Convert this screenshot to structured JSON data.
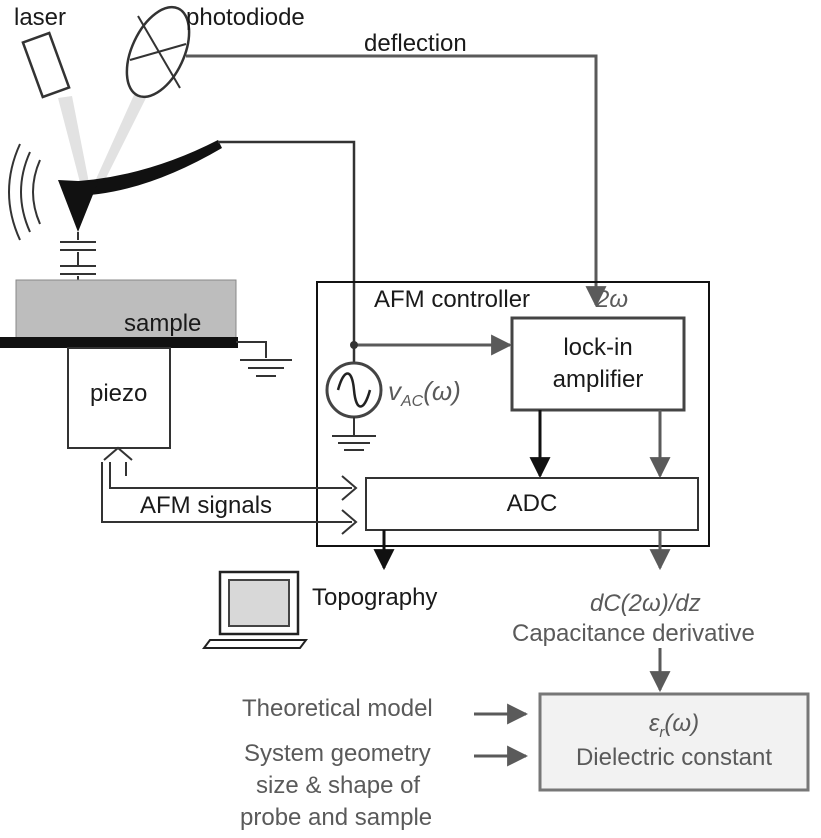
{
  "labels": {
    "laser": "laser",
    "photodiode": "photodiode",
    "deflection": "deflection",
    "sample": "sample",
    "piezo": "piezo",
    "afm_controller": "AFM controller",
    "two_omega": "2ω",
    "lockin_line1": "lock-in",
    "lockin_line2": "amplifier",
    "vac": "v",
    "vac_sub": "AC",
    "vac_arg": "(ω)",
    "adc": "ADC",
    "afm_signals": "AFM signals",
    "topography": "Topography",
    "dc_dz": "dC(2ω)/dz",
    "cap_deriv": "Capacitance derivative",
    "theoretical_model": "Theoretical model",
    "system_geometry_1": "System geometry",
    "system_geometry_2": "size & shape of",
    "system_geometry_3": "probe and sample",
    "eps_symbol": "ε",
    "eps_sub": "r",
    "eps_arg": "(ω)",
    "dielectric_constant": "Dielectric constant"
  },
  "colors": {
    "line": "#5a5a5a",
    "dark": "#111111",
    "sample_fill": "#bdbdbd",
    "result_fill": "#f2f2f2"
  },
  "icons": [
    "laser-icon",
    "photodiode-icon",
    "cantilever-tip-icon",
    "capacitor-icon",
    "ground-icon",
    "ac-source-icon",
    "computer-monitor-icon"
  ]
}
